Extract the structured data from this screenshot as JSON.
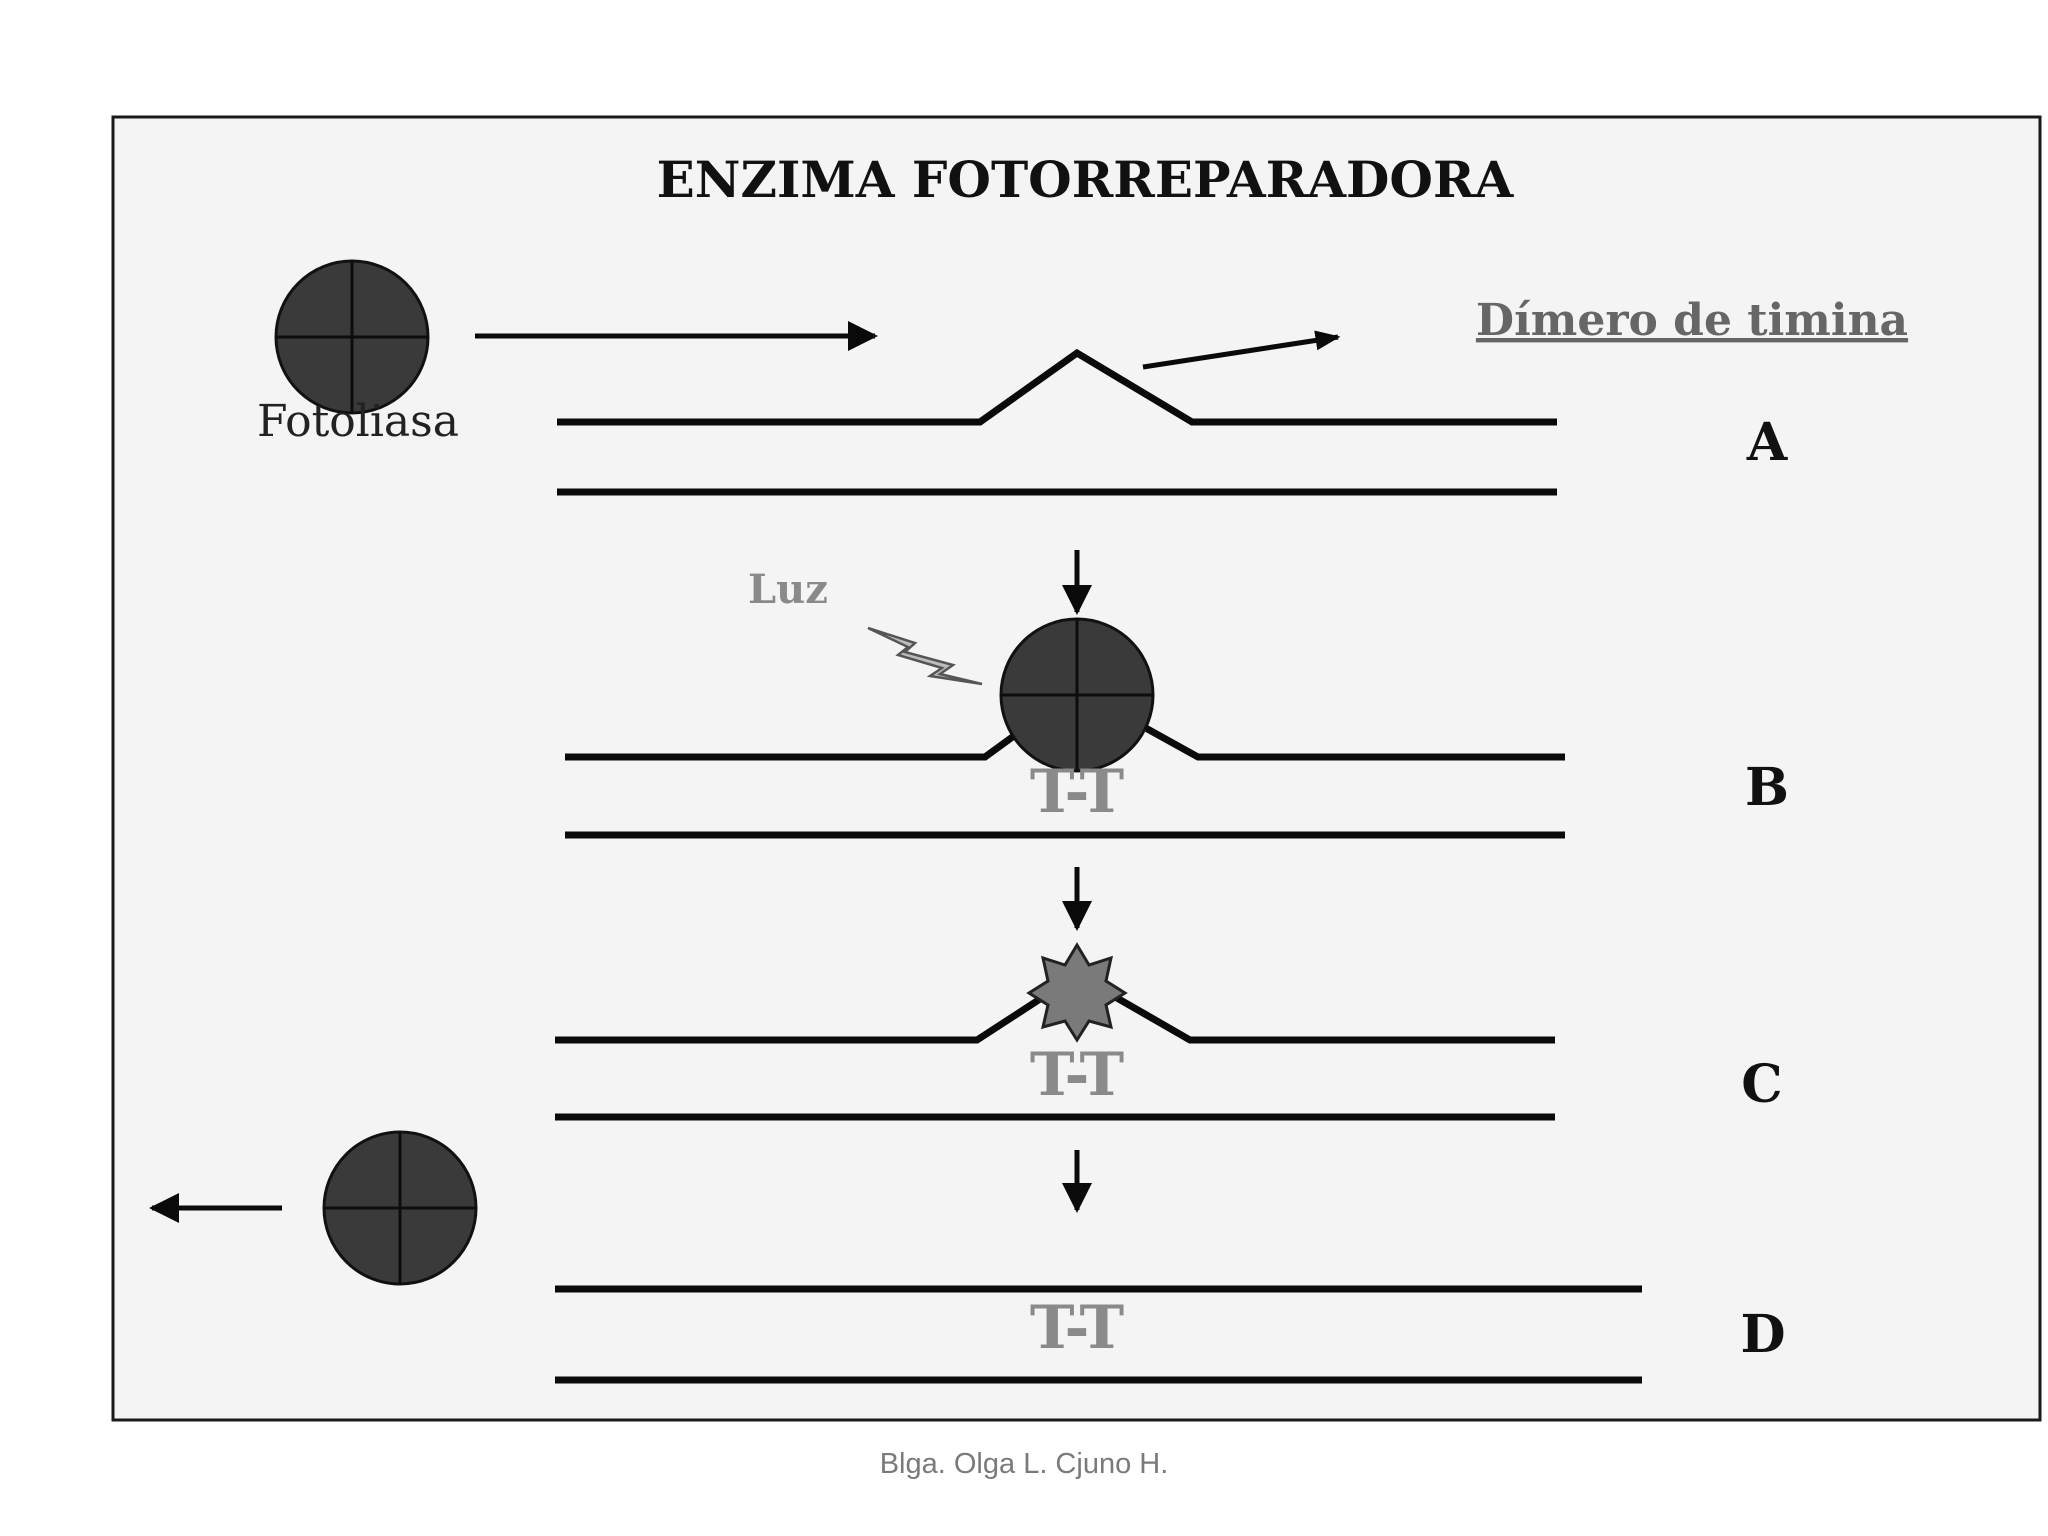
{
  "diagram": {
    "title": "ENZIMA FOTORREPARADORA",
    "enzyme_label": "Fotoliasa",
    "dimer_label": "Dímero de timina",
    "light_label": "Luz",
    "dimer_text": "T-T",
    "steps": [
      "A",
      "B",
      "C",
      "D"
    ]
  },
  "footer": {
    "credit": "Blga. Olga L. Cjuno H."
  },
  "icons": {
    "enzyme": "circle-with-cross-icon",
    "light": "lightning-bolt-icon",
    "activated": "star-burst-icon",
    "arrows": "arrow-icon"
  },
  "colors": {
    "frame_bg": "#f4f4f4",
    "enzyme": "#3a3a3a",
    "dimer_text": "#8a8a8a",
    "credit": "#7a7a7a"
  }
}
